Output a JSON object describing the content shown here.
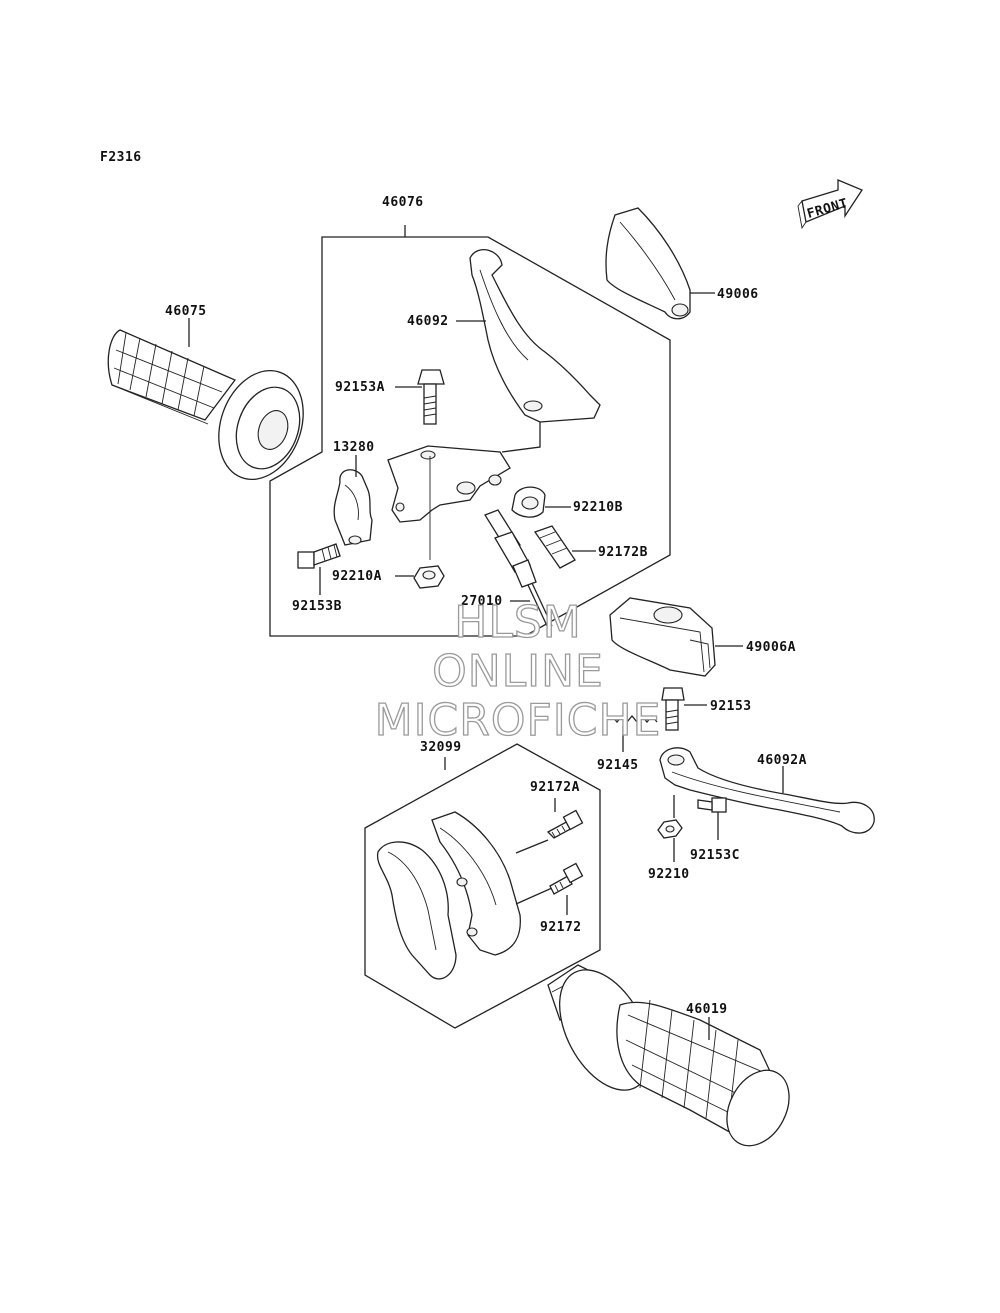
{
  "figure_code": "F2316",
  "front_label": "FRONT",
  "watermark": [
    "HLSM",
    "ONLINE",
    "MICROFICHE"
  ],
  "parts": {
    "p46076": "46076",
    "p46075": "46075",
    "p46092": "46092",
    "p92153A": "92153A",
    "p13280": "13280",
    "p92210B": "92210B",
    "p92172B": "92172B",
    "p92210A": "92210A",
    "p92153B": "92153B",
    "p27010": "27010",
    "p49006": "49006",
    "p49006A": "49006A",
    "p92153": "92153",
    "p92145": "92145",
    "p46092A": "46092A",
    "p92153C": "92153C",
    "p92210": "92210",
    "p32099": "32099",
    "p92172A": "92172A",
    "p92172": "92172",
    "p46019": "46019"
  }
}
